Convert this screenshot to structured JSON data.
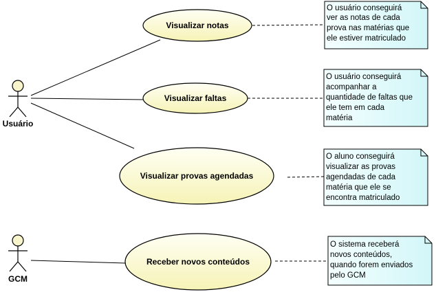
{
  "colors": {
    "usecase_fill_light": "#fffff4",
    "usecase_fill_dark": "#f6f3b6",
    "actor_head": "#f8f4cc",
    "note_fill_light": "#f4ffff",
    "note_fill_dark": "#d2f6f8",
    "line": "#000000"
  },
  "actors": [
    {
      "id": "usuario",
      "label": "Usuário"
    },
    {
      "id": "gcm",
      "label": "GCM"
    }
  ],
  "use_cases": [
    {
      "id": "uc1",
      "label": "Visualizar notas"
    },
    {
      "id": "uc2",
      "label": "Visualizar faltas"
    },
    {
      "id": "uc3",
      "label": "Visualizar provas agendadas"
    },
    {
      "id": "uc4",
      "label": "Receber novos conteúdos"
    }
  ],
  "notes": [
    {
      "id": "n1",
      "lines": [
        "O usuário conseguirá",
        "ver as notas de cada",
        "prova nas matérias que",
        "ele estiver matriculado"
      ]
    },
    {
      "id": "n2",
      "lines": [
        "O usuário conseguirá",
        "acompanhar a",
        "quantidade de faltas que",
        "ele tem em cada",
        "matéria"
      ]
    },
    {
      "id": "n3",
      "lines": [
        "O aluno conseguirá",
        "visualizar as provas",
        "agendadas de cada",
        "matéria que ele se",
        "encontra matriculado"
      ]
    },
    {
      "id": "n4",
      "lines": [
        "O sistema receberá",
        "novos conteúdos,",
        "quando forem enviados",
        "pelo GCM"
      ]
    }
  ]
}
